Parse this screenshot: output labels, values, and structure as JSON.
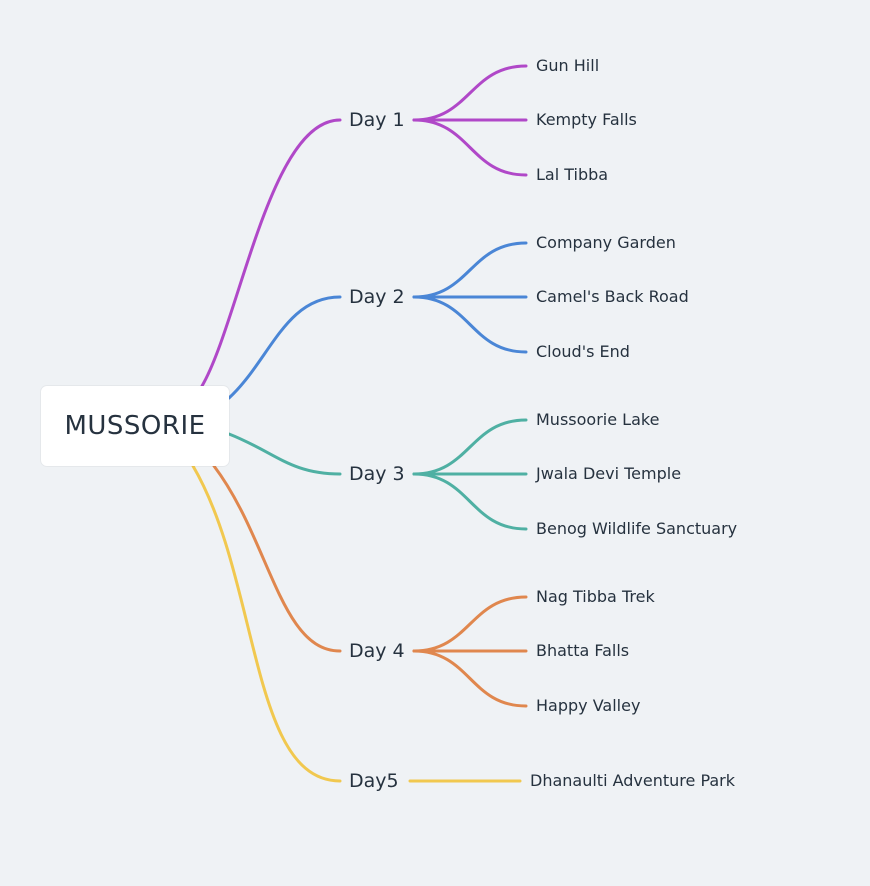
{
  "root": {
    "label": "MUSSORIE"
  },
  "branches": [
    {
      "label": "Day 1",
      "color": "#b048c8",
      "items": [
        "Gun Hill",
        "Kempty Falls",
        "Lal Tibba"
      ]
    },
    {
      "label": "Day 2",
      "color": "#4a86d6",
      "items": [
        "Company Garden",
        "Camel's Back Road",
        "Cloud's End"
      ]
    },
    {
      "label": "Day 3",
      "color": "#4fb0a3",
      "items": [
        "Mussoorie Lake",
        "Jwala Devi Temple",
        "Benog Wildlife Sanctuary"
      ]
    },
    {
      "label": "Day 4",
      "color": "#e0874e",
      "items": [
        "Nag Tibba Trek",
        "Bhatta Falls",
        "Happy Valley"
      ]
    },
    {
      "label": "Day5",
      "color": "#f1c84f",
      "items": [
        "Dhanaulti Adventure Park"
      ]
    }
  ]
}
